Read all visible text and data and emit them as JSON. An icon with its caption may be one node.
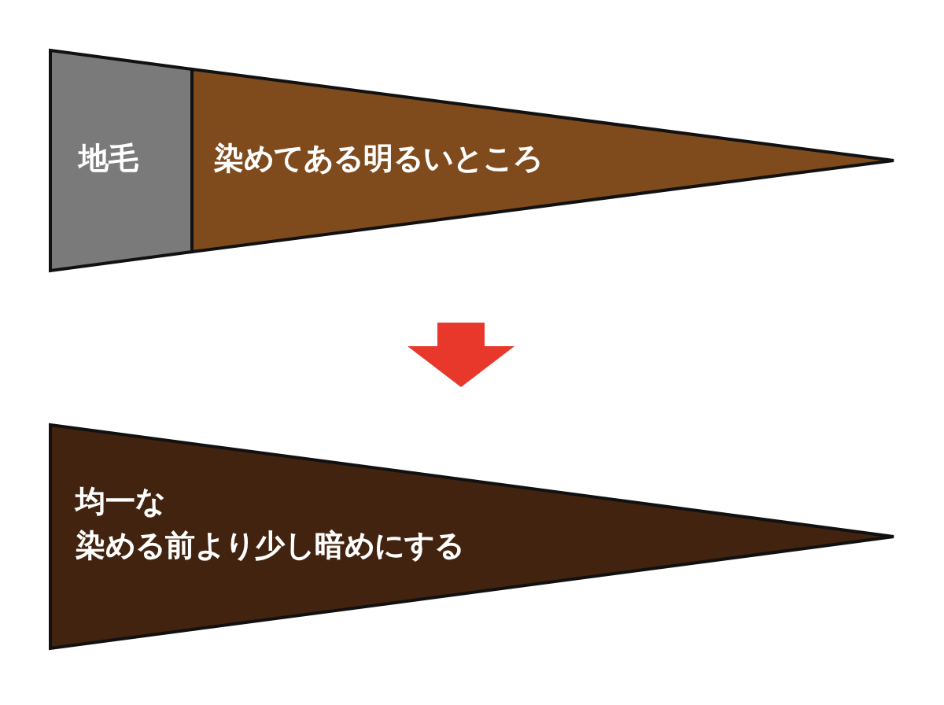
{
  "diagram": {
    "nodes": [
      {
        "text": [
          "地毛"
        ]
      },
      {
        "text": [
          "染めてある明るいところ"
        ]
      },
      {
        "text": [
          "均一な",
          "染める前より少し暗めにする"
        ]
      }
    ],
    "edges": [
      {
        "from": 1,
        "to": 2,
        "arrow": "to"
      }
    ]
  }
}
